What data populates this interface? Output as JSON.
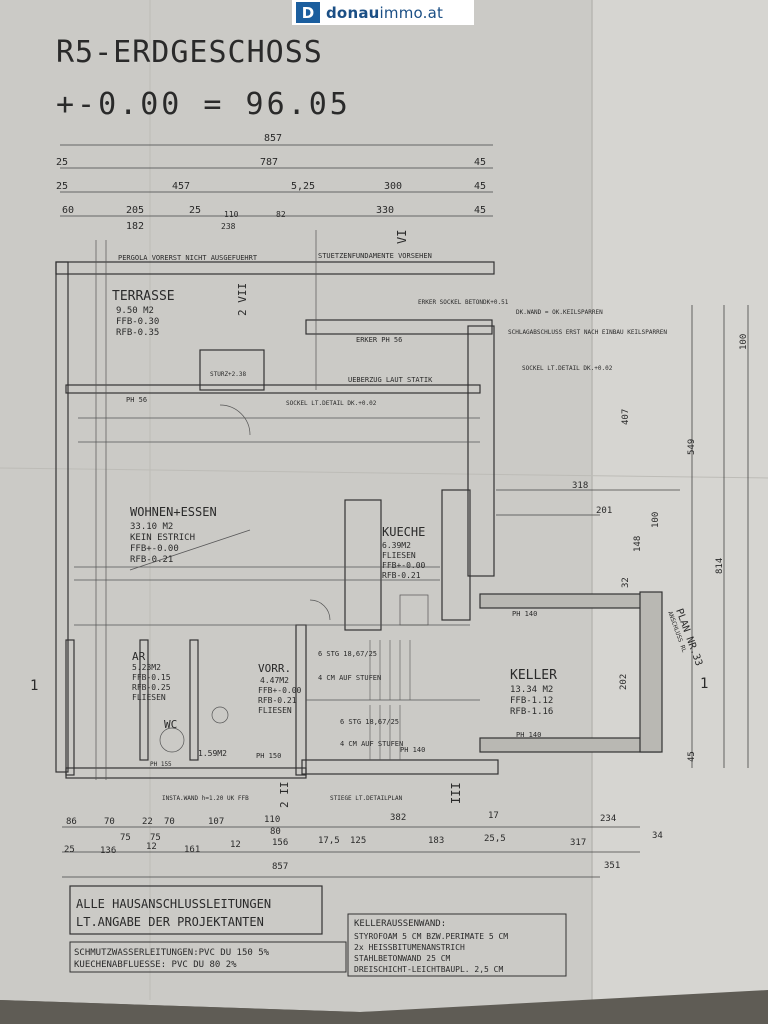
{
  "watermark": {
    "brand_bold": "donau",
    "brand_light": "immo.at",
    "mark": "D"
  },
  "title": {
    "line1": "R5-ERDGESCHOSS",
    "line2": "+-0.00 = 96.05"
  },
  "top_dims": {
    "row1": [
      "857"
    ],
    "row2": [
      "25",
      "787",
      "45"
    ],
    "row3": [
      "25",
      "457",
      "5,25",
      "300",
      "45"
    ],
    "row4": [
      "60",
      "205",
      "25",
      "110",
      "82",
      "330",
      "45"
    ],
    "row4b": [
      "182",
      "238"
    ]
  },
  "bottom_dims": {
    "row1": [
      "86",
      "70",
      "22",
      "70",
      "107",
      "110",
      "382",
      "17",
      "234"
    ],
    "row1b": [
      "75",
      "75",
      "80"
    ],
    "row2": [
      "25",
      "136",
      "12",
      "161",
      "12",
      "156",
      "17,5",
      "125",
      "183",
      "25,5",
      "317",
      "34"
    ],
    "row3": [
      "857",
      "351"
    ]
  },
  "right_dims": [
    "100",
    "407",
    "549",
    "814",
    "148",
    "100",
    "318",
    "201",
    "202",
    "45",
    "32"
  ],
  "plan_notes": {
    "pergola": "PERGOLA VORERST NICHT AUSGEFUEHRT",
    "stuetzen": "STUETZENFUNDAMENTE VORSEHEN",
    "erker_sockel": "ERKER SOCKEL BETONDK+0.51",
    "dk_wand": "DK.WAND = OK.KEILSPARREN",
    "schlag": "SCHLAGABSCHLUSS ERST NACH EINBAU KEILSPARREN",
    "sockel_r": "SOCKEL LT.DETAIL DK.+0.02",
    "sockel_m": "SOCKEL LT.DETAIL DK.+0.02",
    "ueberzug": "UEBERZUG LAUT STATIK",
    "erker": "ERKER PH 56",
    "sturz": "STURZ+2.38",
    "ph56": "PH 56",
    "ph140a": "PH 140",
    "ph140b": "PH 140",
    "ph140c": "PH 140",
    "ph150": "PH 150",
    "ph155": "PH 155",
    "insta": "INSTA.WAND h=1.20 UK FFB",
    "stiege": "STIEGE LT.DETAILPLAN",
    "plan_nr": "PLAN NR.33",
    "anschluss": "ANSCHLUSS RL",
    "section_vi": "VI",
    "section_iii": "III",
    "section_ii": "2 II",
    "section_vii": "2 VII",
    "axis1": "1"
  },
  "rooms": [
    {
      "name": "TERRASSE",
      "lines": [
        "9.50 M2",
        "FFB-0.30",
        "RFB-0.35"
      ]
    },
    {
      "name": "WOHNEN+ESSEN",
      "lines": [
        "33.10 M2",
        "KEIN ESTRICH",
        "FFB+-0.00",
        "RFB-0.21"
      ]
    },
    {
      "name": "KUECHE",
      "lines": [
        "6.39M2",
        "FLIESEN",
        "FFB+-0.00",
        "RFB-0.21"
      ]
    },
    {
      "name": "AR",
      "lines": [
        "5.23M2",
        "FFB-0.15",
        "RFB-0.25",
        "FLIESEN"
      ]
    },
    {
      "name": "VORR.",
      "lines": [
        "4.47M2",
        "FFB+-0.00",
        "RFB-0.21",
        "FLIESEN"
      ]
    },
    {
      "name": "WC",
      "lines": [
        "1.59M2"
      ]
    },
    {
      "name": "KELLER",
      "lines": [
        "13.34 M2",
        "FFB-1.12",
        "RFB-1.16"
      ]
    }
  ],
  "stairs": {
    "a": "6 STG 18,67/25",
    "b": "4 CM AUF STUFEN",
    "c": "6 STG 18,67/25",
    "d": "4 CM AUF STUFEN"
  },
  "notes": {
    "box1": [
      "ALLE HAUSANSCHLUSSLEITUNGEN",
      "LT.ANGABE DER PROJEKTANTEN"
    ],
    "box2": [
      "SCHMUTZWASSERLEITUNGEN:PVC DU 150 5%",
      "KUECHENABFLUESSE: PVC DU 80  2%"
    ],
    "box3": [
      "KELLERAUSSENWAND:",
      "STYROFOAM 5 CM BZW.PERIMATE  5 CM",
      "2x HEISSBITUMENANSTRICH",
      "STAHLBETONWAND 25 CM",
      "DREISCHICHT-LEICHTBAUPL. 2,5 CM"
    ]
  }
}
